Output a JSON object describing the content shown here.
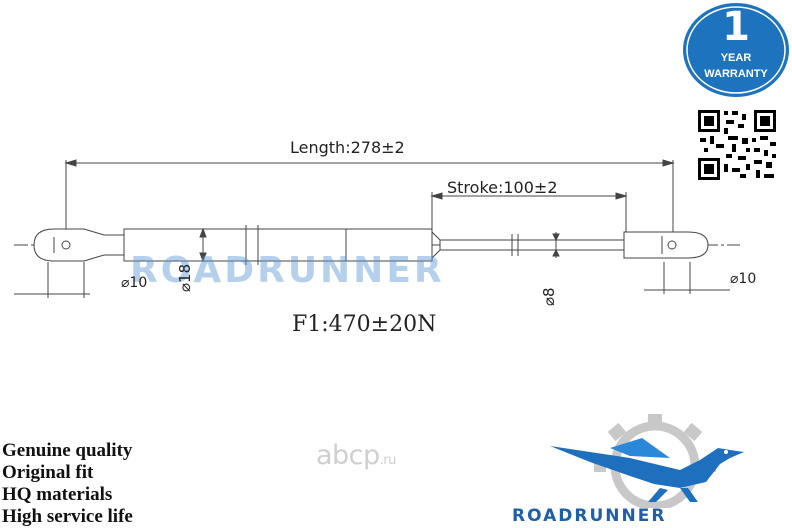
{
  "warranty": {
    "number": "1",
    "line1": "YEAR",
    "line2": "WARRANTY"
  },
  "dimensions": {
    "length": "Length:278±2",
    "stroke": "Stroke:100±2",
    "left_eye": "⌀10",
    "right_eye": "⌀10",
    "body_dia": "⌀18",
    "rod_dia": "⌀8",
    "force": "F1:470±20N"
  },
  "brand": {
    "watermark": "ROADRUNNER",
    "logo_text": "ROADRUNNER"
  },
  "features": [
    "Genuine quality",
    "Original fit",
    "HQ materials",
    "High service life"
  ],
  "site": {
    "name": "abcp",
    "tld": ".ru"
  },
  "colors": {
    "badge": "#1e73be",
    "brand": "#1f5ea8",
    "line": "#444444"
  },
  "icons": [
    "qr-code-icon",
    "gear-icon",
    "roadrunner-bird-icon"
  ]
}
